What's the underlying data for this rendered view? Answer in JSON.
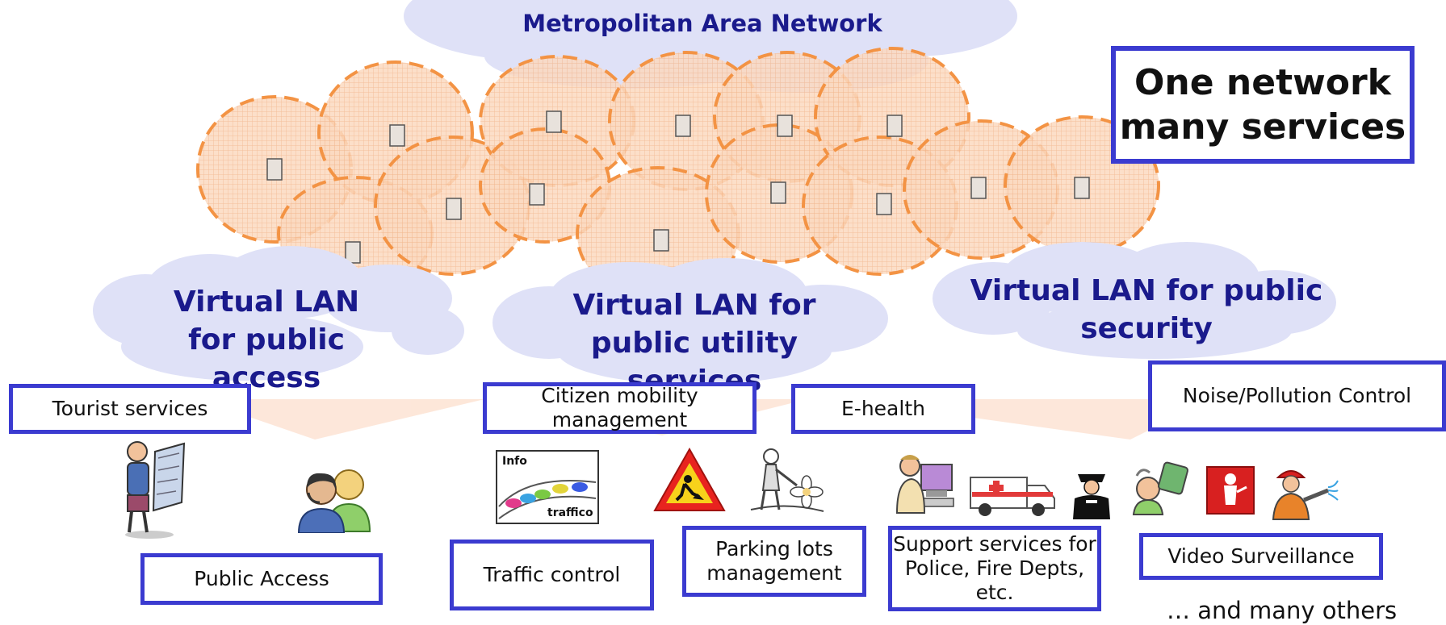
{
  "man_title": "Metropolitan Area Network",
  "headline": "One network\nmany services",
  "vlans": [
    {
      "label": "Virtual LAN for public access"
    },
    {
      "label": "Virtual LAN for public utility services"
    },
    {
      "label": "Virtual LAN for public security"
    }
  ],
  "services": {
    "tourist": "Tourist services",
    "citizen_mobility": "Citizen mobility management",
    "ehealth": "E-health",
    "noise": "Noise/Pollution Control",
    "public_access": "Public Access",
    "traffic": "Traffic control",
    "parking": "Parking lots management",
    "support": "Support services for Police, Fire Depts, etc.",
    "video": "Video Surveillance"
  },
  "others": "… and many others",
  "icons": [
    "tourist-icon",
    "call-center-users-icon",
    "traffic-info-icon",
    "road-works-sign-icon",
    "gardener-icon",
    "doctor-computer-icon",
    "ambulance-icon",
    "police-officer-icon",
    "pollution-icon",
    "fire-alarm-icon",
    "firefighter-icon"
  ],
  "colors": {
    "accent": "#3b3bd0",
    "cloud": "#d6d9f5",
    "coverage_fill": "#f8c9a6",
    "coverage_stroke": "#f39344",
    "title": "#1a1a8c"
  }
}
